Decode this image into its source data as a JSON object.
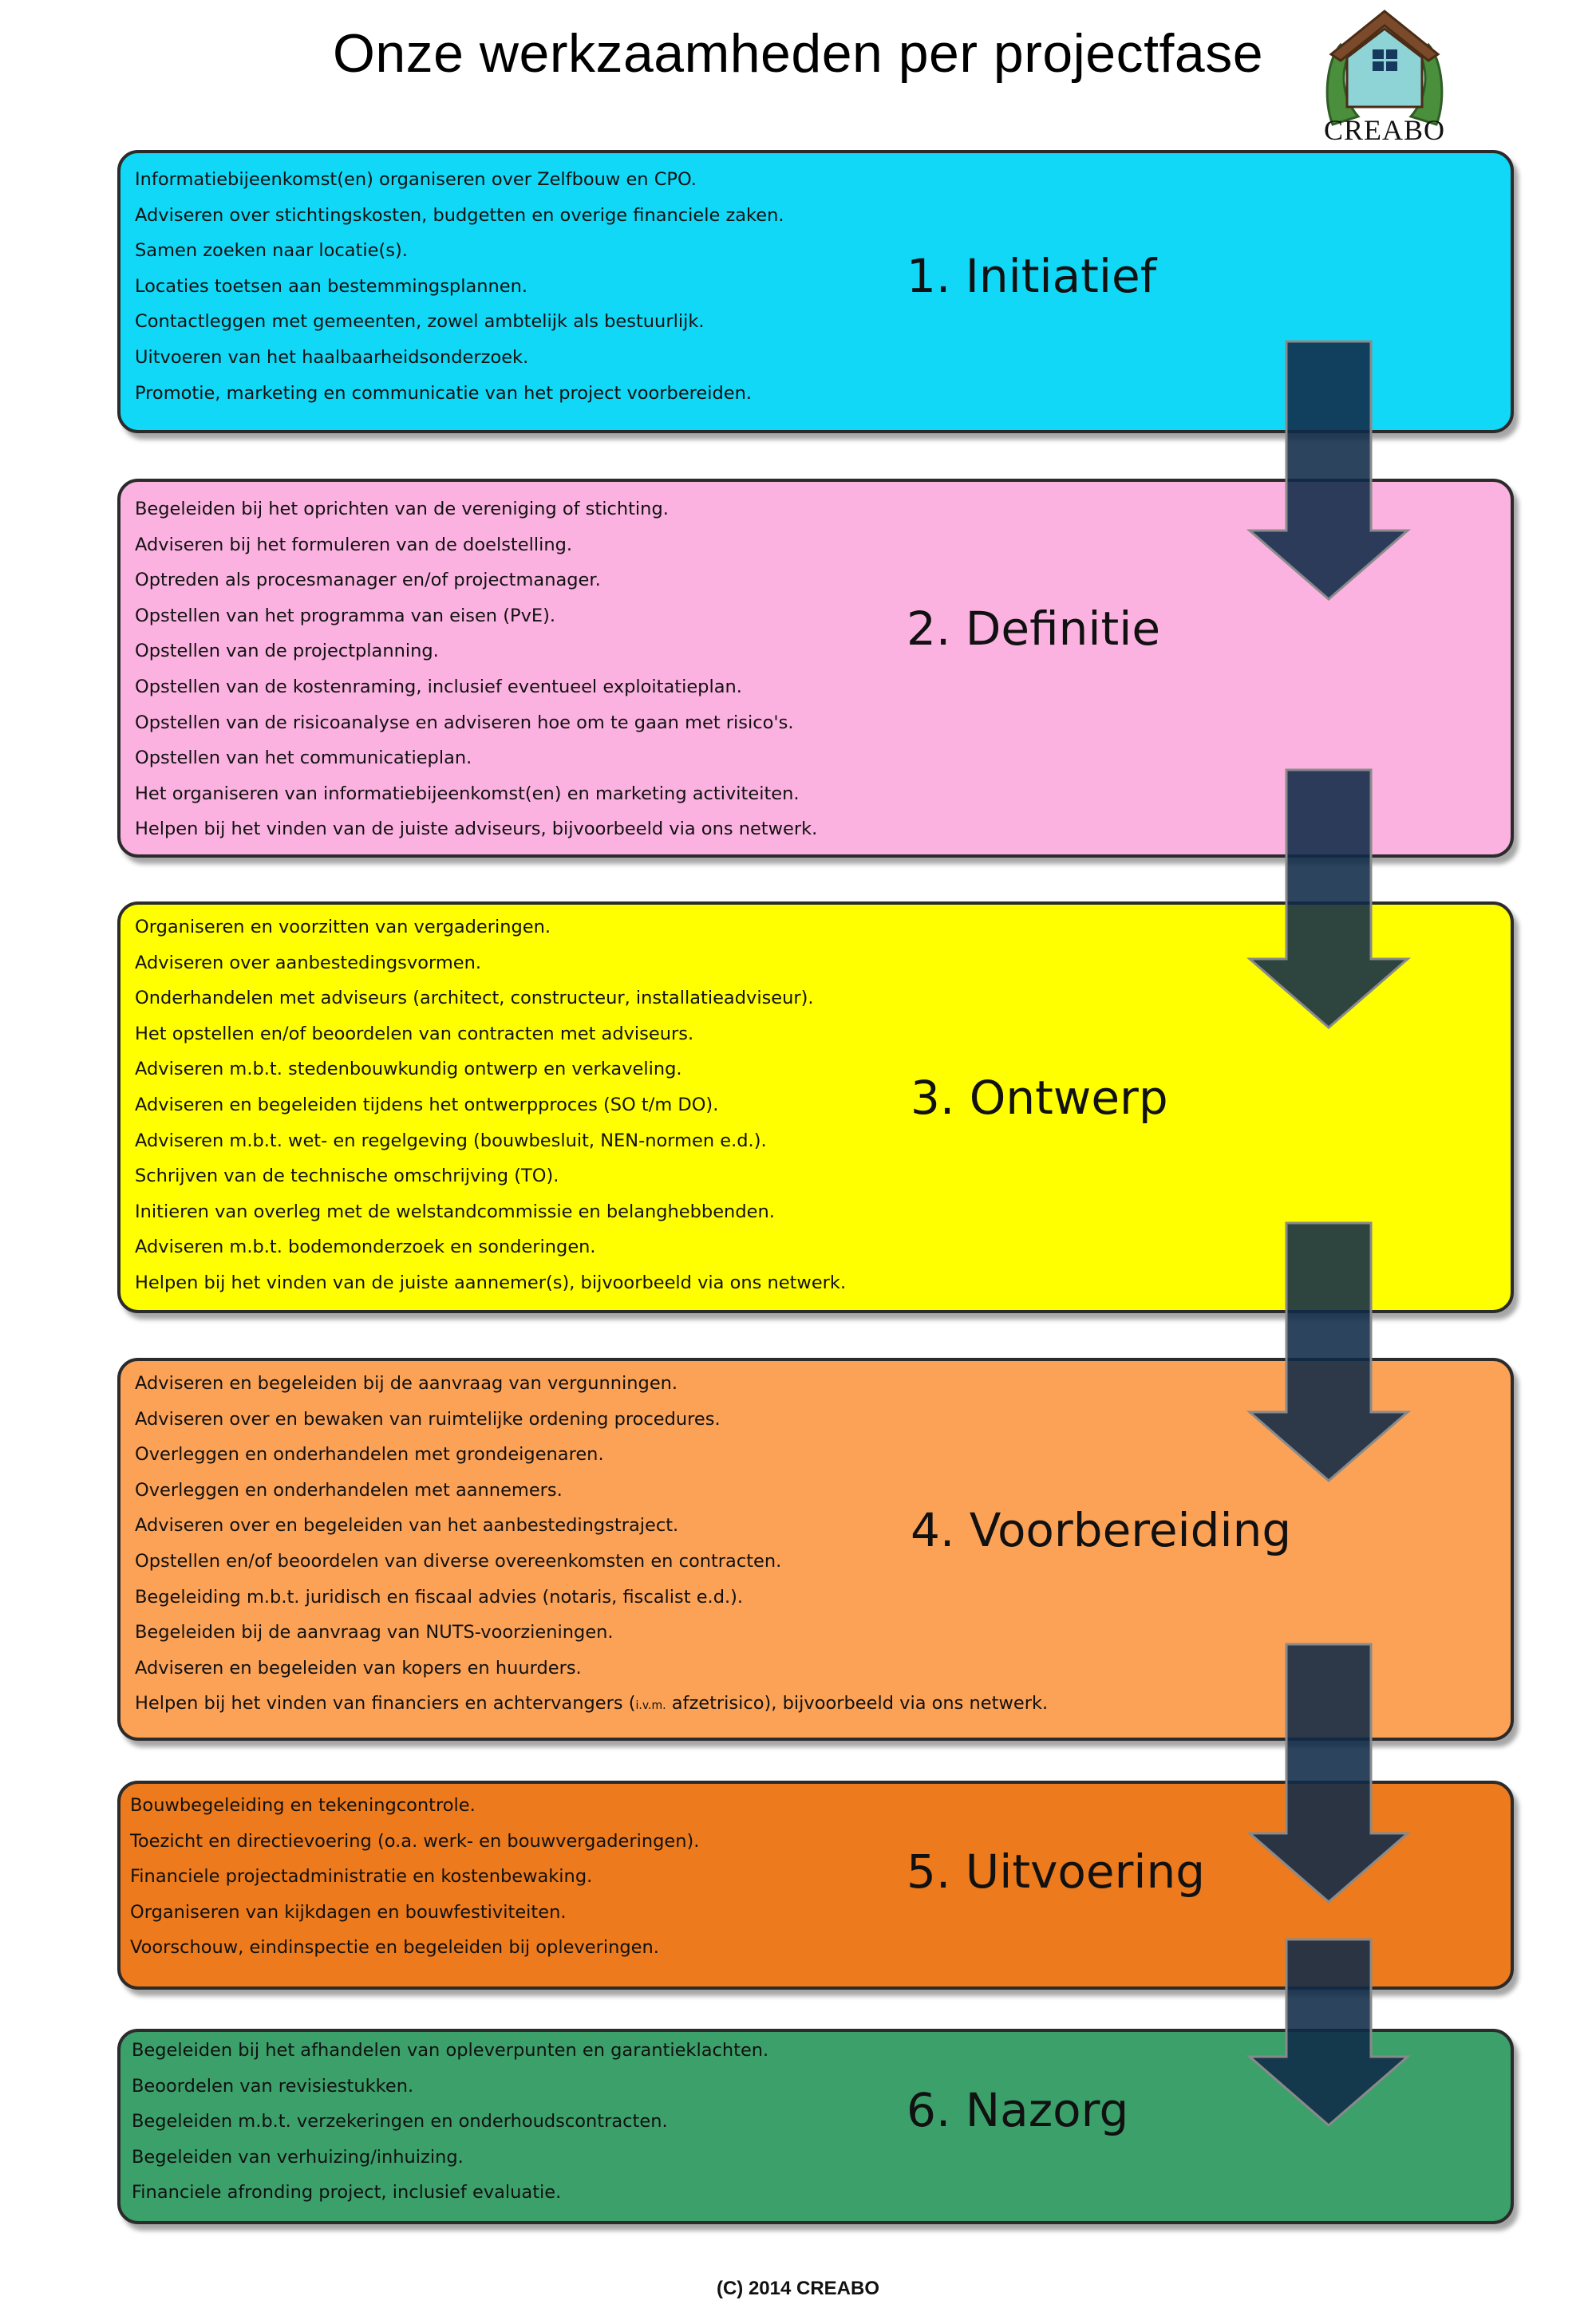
{
  "title": "Onze werkzaamheden per projectfase",
  "logo": {
    "name": "CREABO"
  },
  "colors": {
    "initiatief": "#12d8f7",
    "definitie": "#fbb2e0",
    "ontwerp": "#ffff00",
    "voorbereiding": "#fca257",
    "uitvoering": "#ed7a1c",
    "nazorg": "#3ca06b",
    "arrow": "#102a48"
  },
  "phases": [
    {
      "title": "1. Initiatief",
      "items": [
        "Informatiebijeenkomst(en) organiseren over Zelfbouw en CPO.",
        "Adviseren over stichtingskosten, budgetten en overige financiele zaken.",
        "Samen zoeken naar locatie(s).",
        "Locaties toetsen aan bestemmingsplannen.",
        "Contactleggen met gemeenten, zowel ambtelijk als bestuurlijk.",
        "Uitvoeren van het haalbaarheidsonderzoek.",
        "Promotie, marketing en communicatie van het project voorbereiden."
      ]
    },
    {
      "title": "2. Definitie",
      "items": [
        "Begeleiden bij het oprichten van de vereniging of stichting.",
        "Adviseren bij het formuleren van de doelstelling.",
        "Optreden als procesmanager en/of projectmanager.",
        "Opstellen van het programma van eisen (PvE).",
        "Opstellen van de projectplanning.",
        "Opstellen van de kostenraming, inclusief eventueel exploitatieplan.",
        "Opstellen van de risicoanalyse en adviseren hoe om te gaan met risico's.",
        "Opstellen van het communicatieplan.",
        "Het organiseren van informatiebijeenkomst(en) en marketing activiteiten.",
        "Helpen bij het vinden van de juiste adviseurs, bijvoorbeeld via ons netwerk."
      ]
    },
    {
      "title": "3. Ontwerp",
      "items": [
        "Organiseren en voorzitten van vergaderingen.",
        "Adviseren over aanbestedingsvormen.",
        "Onderhandelen met adviseurs (architect, constructeur, installatieadviseur).",
        "Het opstellen en/of beoordelen van contracten met adviseurs.",
        "Adviseren m.b.t. stedenbouwkundig ontwerp en verkaveling.",
        "Adviseren en begeleiden tijdens het ontwerpproces (SO t/m DO).",
        "Adviseren m.b.t. wet- en regelgeving (bouwbesluit, NEN-normen e.d.).",
        "Schrijven van de technische omschrijving (TO).",
        "Initieren van overleg met de welstandcommissie en belanghebbenden.",
        "Adviseren m.b.t. bodemonderzoek en sonderingen.",
        "Helpen bij het vinden van de juiste aannemer(s), bijvoorbeeld via ons netwerk."
      ]
    },
    {
      "title": "4. Voorbereiding",
      "items": [
        "Adviseren en begeleiden bij de aanvraag van vergunningen.",
        "Adviseren over en bewaken van ruimtelijke ordening procedures.",
        "Overleggen en onderhandelen met grondeigenaren.",
        "Overleggen en onderhandelen met aannemers.",
        "Adviseren over en begeleiden van het aanbestedingstraject.",
        "Opstellen en/of beoordelen van diverse overeenkomsten en contracten.",
        "Begeleiding m.b.t. juridisch en fiscaal advies (notaris, fiscalist e.d.).",
        "Begeleiden bij de aanvraag van NUTS-voorzieningen.",
        "Adviseren en begeleiden van kopers en huurders."
      ],
      "last_item": {
        "before": "Helpen bij het vinden van financiers en achtervangers (",
        "small": "i.v.m.",
        "after": " afzetrisico), bijvoorbeeld via ons netwerk."
      }
    },
    {
      "title": "5. Uitvoering",
      "items": [
        "Bouwbegeleiding en tekeningcontrole.",
        "Toezicht en directievoering (o.a. werk- en bouwvergaderingen).",
        "Financiele projectadministratie en kostenbewaking.",
        "Organiseren van kijkdagen en bouwfestiviteiten.",
        "Voorschouw, eindinspectie en begeleiden bij opleveringen."
      ]
    },
    {
      "title": "6. Nazorg",
      "items": [
        "Begeleiden bij het afhandelen van opleverpunten en garantieklachten.",
        "Beoordelen van revisiestukken.",
        "Begeleiden m.b.t. verzekeringen en onderhoudscontracten.",
        "Begeleiden van verhuizing/inhuizing.",
        "Financiele afronding project, inclusief evaluatie."
      ]
    }
  ],
  "footer": "(C) 2014 CREABO"
}
